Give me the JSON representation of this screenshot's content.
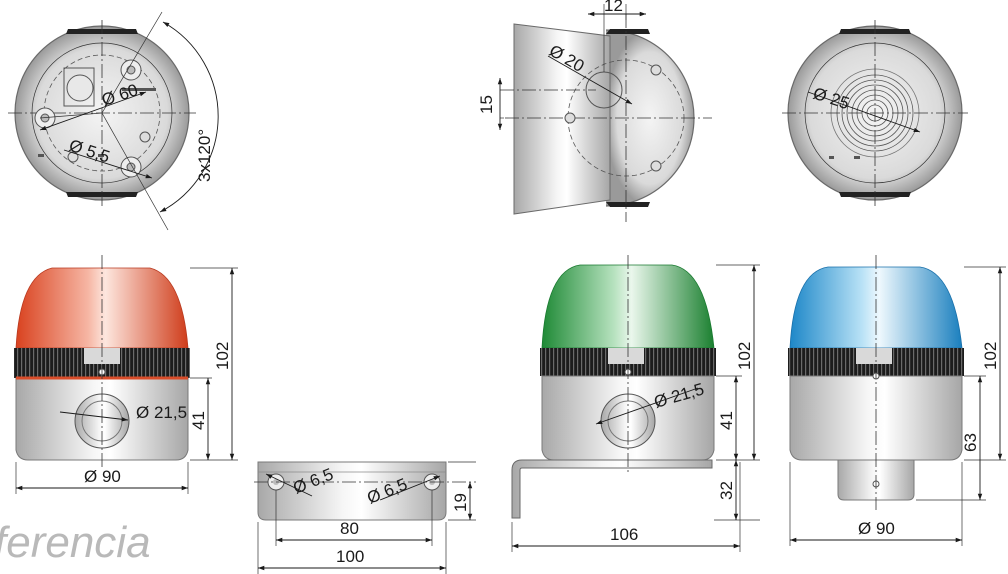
{
  "watermark": "ferencia",
  "labels": {
    "angle": "3x120°",
    "d60": "Ø 60",
    "d55": "Ø 5,5",
    "w12": "12",
    "h15": "15",
    "d20": "Ø 20",
    "d25": "Ø 25",
    "h102_red": "102",
    "h41_red": "41",
    "d215_red": "Ø 21,5",
    "d90_red": "Ø 90",
    "d65_a": "Ø 6,5",
    "d65_b": "Ø 6,5",
    "h19": "19",
    "w80": "80",
    "w100": "100",
    "h102_green": "102",
    "h41_green": "41",
    "h32": "32",
    "d215_green": "Ø 21,5",
    "w106": "106",
    "h102_blue": "102",
    "h63": "63",
    "d90_blue": "Ø 90"
  },
  "colors": {
    "red_dome": "#e8573a",
    "green_dome": "#2f9a45",
    "blue_dome": "#2f9ad6",
    "housing": "#d2d2d2",
    "ribbed_band": "#1e1e1e"
  }
}
